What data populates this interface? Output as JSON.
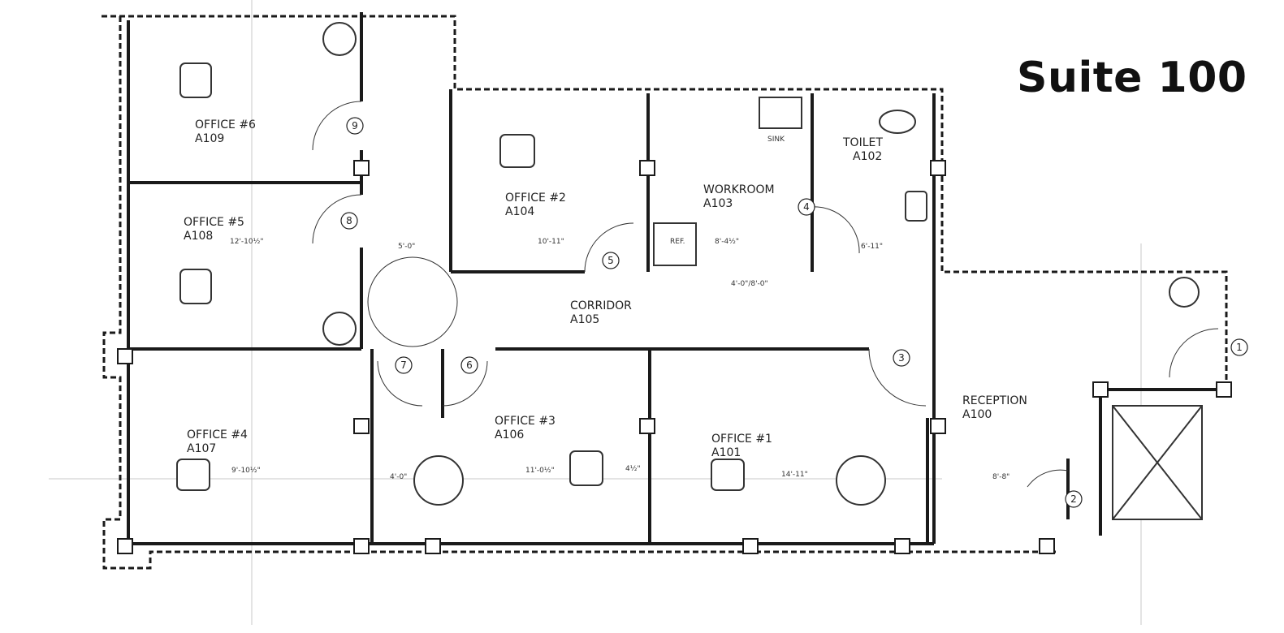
{
  "title": "Suite 100",
  "rooms": [
    {
      "name": "OFFICE #6",
      "code": "A109"
    },
    {
      "name": "OFFICE #5",
      "code": "A108"
    },
    {
      "name": "OFFICE #4",
      "code": "A107"
    },
    {
      "name": "OFFICE #2",
      "code": "A104"
    },
    {
      "name": "WORKROOM",
      "code": "A103"
    },
    {
      "name": "TOILET",
      "code": "A102"
    },
    {
      "name": "CORRIDOR",
      "code": "A105"
    },
    {
      "name": "OFFICE #3",
      "code": "A106"
    },
    {
      "name": "OFFICE #1",
      "code": "A101"
    },
    {
      "name": "RECEPTION",
      "code": "A100"
    }
  ],
  "door_tags": [
    "1",
    "2",
    "3",
    "4",
    "5",
    "6",
    "7",
    "8",
    "9"
  ],
  "fixtures": {
    "sink": "SINK",
    "ref": "REF."
  },
  "dimensions": {
    "off5_width": "12'-10½\"",
    "off2_width": "10'-11\"",
    "workroom_width": "8'-4½\"",
    "toilet_width": "6'-11\"",
    "corridor_width": "5'-0\"",
    "workroom_bottom": "4'-0\"/8'-0\"",
    "off4_width": "9'-10½\"",
    "off3_width": "11'-0½\"",
    "off1_width": "14'-11\"",
    "reception_width": "8'-8\"",
    "gap_a": "4'-0\"",
    "gap_b": "4½\""
  },
  "colors": {
    "line": "#1a1a1a",
    "text": "#111111"
  }
}
